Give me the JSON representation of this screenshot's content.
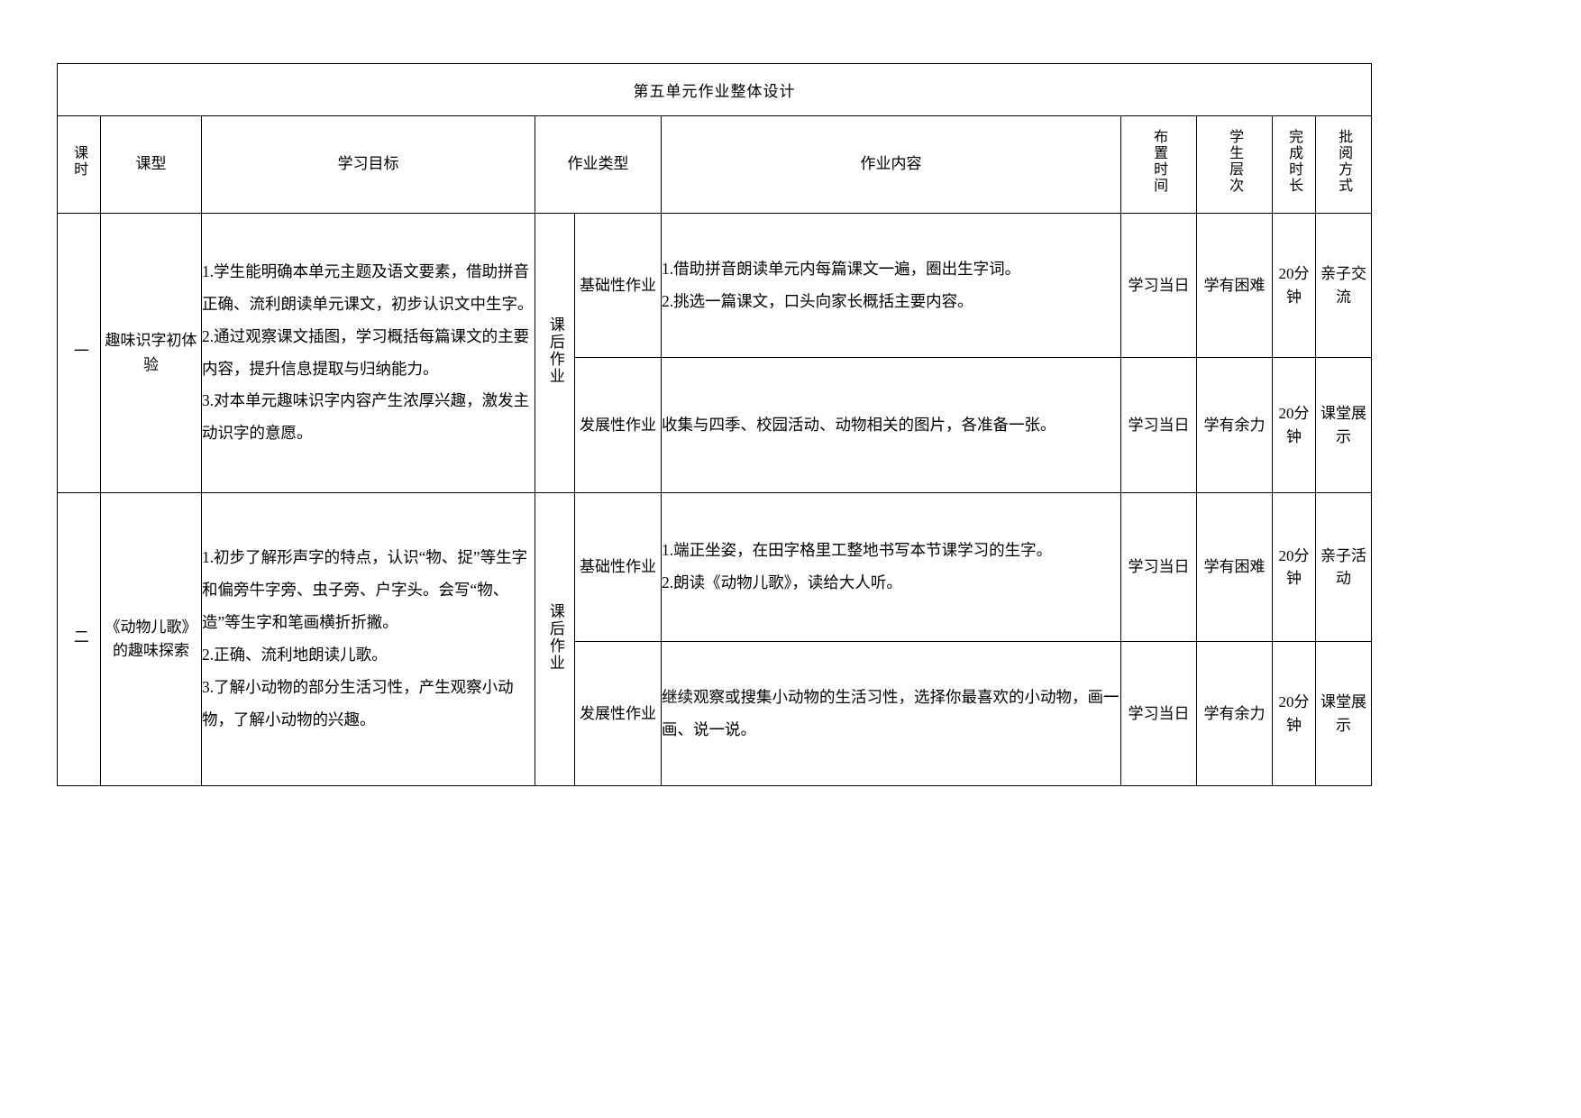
{
  "document": {
    "title": "第五单元作业整体设计"
  },
  "headers": {
    "lesson_period": "课时",
    "lesson_type": "课型",
    "learning_objectives": "学习目标",
    "assignment_type": "作业类型",
    "assignment_content": "作业内容",
    "assign_time": "布置时间",
    "student_level": "学生层次",
    "duration": "完成时长",
    "review_method": "批阅方式"
  },
  "rows": [
    {
      "period": "一",
      "lesson_type": "趣味识字初体验",
      "objectives": [
        "1.学生能明确本单元主题及语文要素，借助拼音正确、流利朗读单元课文，初步认识文中生字。",
        "2.通过观察课文插图，学习概括每篇课文的主要内容，提升信息提取与归纳能力。",
        "3.对本单元趣味识字内容产生浓厚兴趣，激发主动识字的意愿。"
      ],
      "group_label": "课后作业",
      "items": [
        {
          "type": "基础性作业",
          "content": [
            "1.借助拼音朗读单元内每篇课文一遍，圈出生字词。",
            "2.挑选一篇课文，口头向家长概括主要内容。"
          ],
          "assign_time": "学习当日",
          "student_level": "学有困难",
          "duration": "20分钟",
          "review_method": "亲子交流"
        },
        {
          "type": "发展性作业",
          "content": [
            "收集与四季、校园活动、动物相关的图片，各准备一张。"
          ],
          "assign_time": "学习当日",
          "student_level": "学有余力",
          "duration": "20分钟",
          "review_method": "课堂展示"
        }
      ]
    },
    {
      "period": "二",
      "lesson_type": "《动物儿歌》的趣味探索",
      "objectives": [
        "1.初步了解形声字的特点，认识“物、捉”等生字和偏旁牛字旁、虫子旁、户字头。会写“物、造”等生字和笔画横折折撇。",
        "2.正确、流利地朗读儿歌。",
        "3.了解小动物的部分生活习性，产生观察小动物，了解小动物的兴趣。"
      ],
      "group_label": "课后作业",
      "items": [
        {
          "type": "基础性作业",
          "content": [
            "1.端正坐姿，在田字格里工整地书写本节课学习的生字。",
            "2.朗读《动物儿歌》，读给大人听。"
          ],
          "assign_time": "学习当日",
          "student_level": "学有困难",
          "duration": "20分钟",
          "review_method": "亲子活动"
        },
        {
          "type": "发展性作业",
          "content": [
            "继续观察或搜集小动物的生活习性，选择你最喜欢的小动物，画一画、说一说。"
          ],
          "assign_time": "学习当日",
          "student_level": "学有余力",
          "duration": "20分钟",
          "review_method": "课堂展示"
        }
      ]
    }
  ]
}
